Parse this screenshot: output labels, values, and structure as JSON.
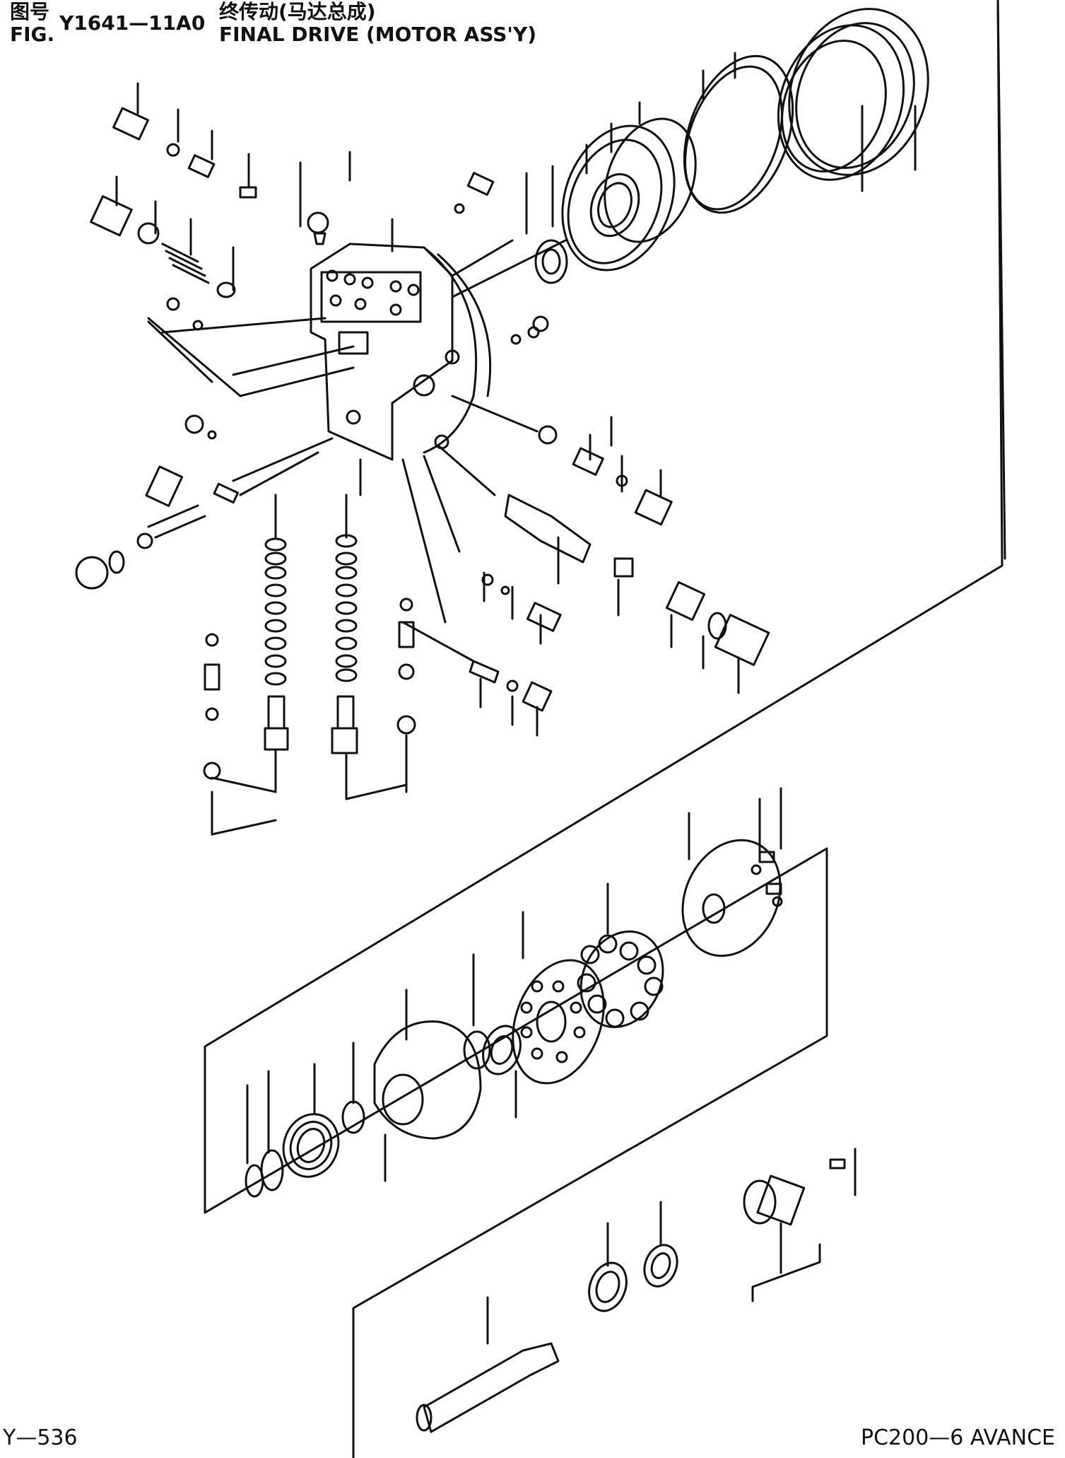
{
  "header": {
    "fig_cn": "图号",
    "fig_en": "FIG.",
    "fig_number": "Y1641—11A0",
    "title_cn": "终传动(马达总成)",
    "title_en": "FINAL DRIVE (MOTOR ASS'Y)"
  },
  "footer": {
    "page": "Y—536",
    "model": "PC200—6 AVANCE"
  }
}
